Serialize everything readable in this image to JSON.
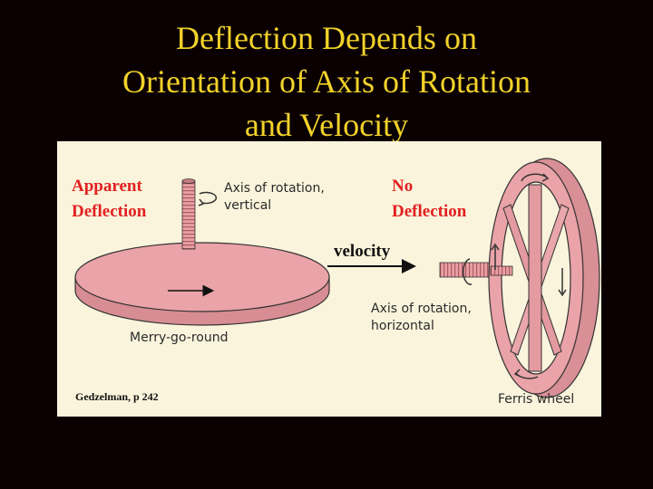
{
  "title_lines": [
    "Deflection Depends on",
    "Orientation of Axis of Rotation",
    "and Velocity"
  ],
  "left": {
    "label_lines": [
      "Apparent",
      "Deflection"
    ],
    "axis_caption_lines": [
      "Axis of rotation,",
      "vertical"
    ],
    "object_caption": "Merry-go-round"
  },
  "middle": {
    "velocity_label": "velocity"
  },
  "right": {
    "label_lines": [
      "No",
      "Deflection"
    ],
    "axis_caption_lines": [
      "Axis of rotation,",
      "horizontal"
    ],
    "object_caption": "Ferris wheel"
  },
  "credit": "Gedzelman, p 242",
  "colors": {
    "background": "#0a0002",
    "title": "#f2d22a",
    "panel": "#fbf4dc",
    "label_red": "#e22020",
    "disk_pink": "#eaa3a8"
  }
}
